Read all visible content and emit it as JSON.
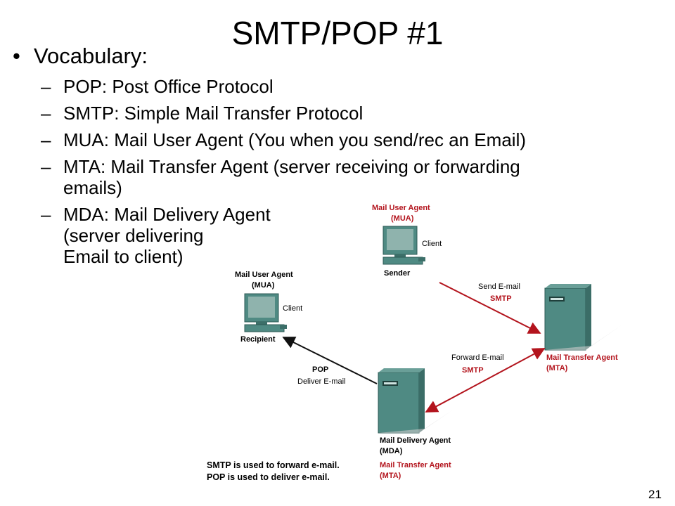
{
  "slide": {
    "title": "SMTP/POP #1",
    "page_number": "21"
  },
  "vocab": {
    "heading": "Vocabulary:",
    "bullet": "•",
    "dash": "–",
    "items": [
      "POP: Post Office Protocol",
      "SMTP: Simple Mail Transfer Protocol",
      "MUA: Mail User Agent (You when you send/rec an Email)",
      "MTA: Mail Transfer Agent (server receiving or forwarding emails)",
      "MDA: Mail Delivery Agent (server delivering Email to client)"
    ],
    "item4_lines": [
      "MTA: Mail Transfer Agent (server receiving or forwarding",
      "emails)"
    ],
    "item5_lines": [
      "MDA: Mail Delivery Agent",
      "(server delivering",
      "Email to client)"
    ]
  },
  "diagram": {
    "sender": {
      "role": "Mail User Agent",
      "abbr": "(MUA)",
      "device": "Client",
      "caption": "Sender"
    },
    "recipient": {
      "role": "Mail User Agent",
      "abbr": "(MUA)",
      "device": "Client",
      "caption": "Recipient"
    },
    "mta": {
      "role": "Mail Transfer Agent",
      "abbr": "(MTA)"
    },
    "mda": {
      "role": "Mail Delivery Agent",
      "abbr": "(MDA)",
      "role2": "Mail Transfer Agent",
      "abbr2": "(MTA)"
    },
    "arrows": {
      "send_label": "Send E-mail",
      "send_protocol": "SMTP",
      "forward_label": "Forward E-mail",
      "forward_protocol": "SMTP",
      "deliver_protocol": "POP",
      "deliver_label": "Deliver E-mail"
    },
    "note_lines": [
      "SMTP is used to forward e-mail.",
      "POP is used to deliver e-mail."
    ],
    "colors": {
      "red_accent": "#b3141d",
      "server_teal": "#4f8a83",
      "monitor_screen": "#8fb3ad"
    },
    "icons": [
      "computer-icon",
      "server-icon",
      "arrow-icon"
    ]
  }
}
